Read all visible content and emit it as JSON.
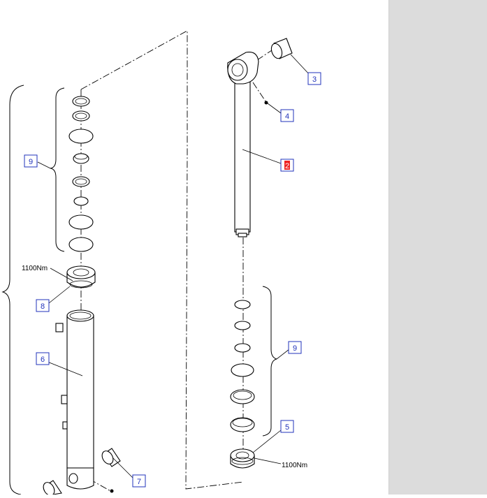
{
  "callouts": {
    "c3": "3",
    "c4": "4",
    "c2": "2",
    "c9_left": "9",
    "c8": "8",
    "c6": "6",
    "c7": "7",
    "c9_right": "9",
    "c5": "5"
  },
  "torque": {
    "left": "1100Nm",
    "right": "1100Nm"
  },
  "colors": {
    "callout_text": "#2233bb",
    "highlight": "#ee2222",
    "side_panel": "#dcdcdc"
  }
}
